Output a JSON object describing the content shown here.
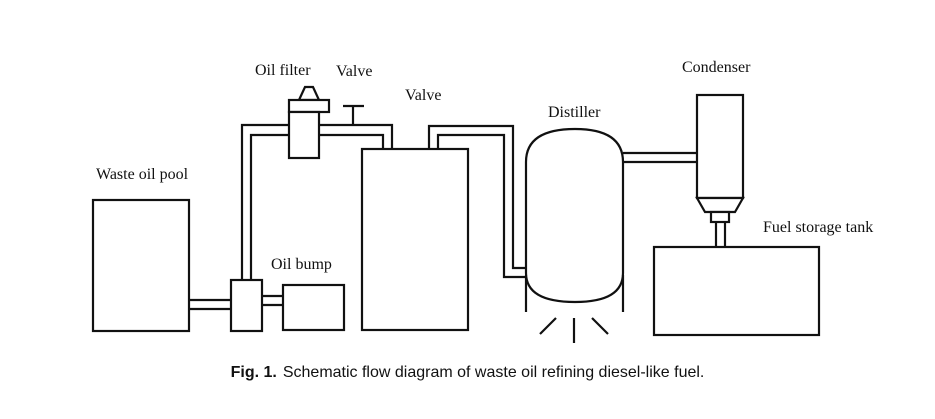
{
  "labels": {
    "waste_oil_pool": "Waste oil pool",
    "oil_filter": "Oil filter",
    "valve_left": "Valve",
    "valve_right": "Valve",
    "oil_bump": "Oil bump",
    "distiller": "Distiller",
    "condenser": "Condenser",
    "fuel_storage_tank": "Fuel storage tank"
  },
  "caption": {
    "number": "Fig. 1.",
    "text": "Schematic flow diagram of waste oil refining diesel-like fuel."
  }
}
